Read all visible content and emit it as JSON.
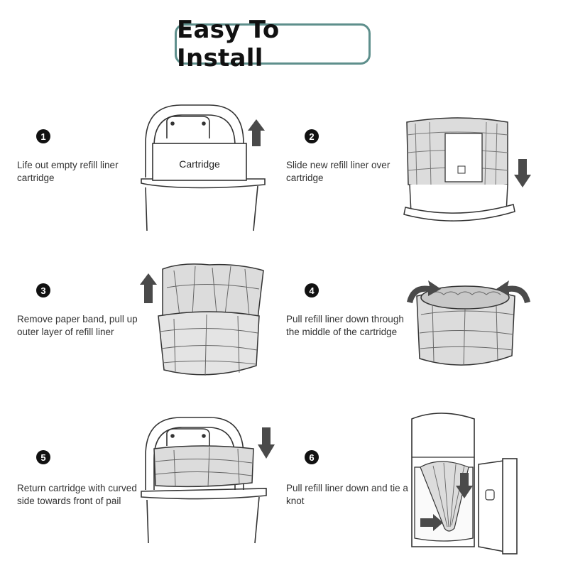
{
  "title": "Easy To Install",
  "steps": [
    {
      "number": "1",
      "text": "Life out empty refill liner cartridge",
      "label": "Cartridge"
    },
    {
      "number": "2",
      "text": "Slide new refill liner over cartridge"
    },
    {
      "number": "3",
      "text": "Remove paper band, pull up outer layer of refill liner"
    },
    {
      "number": "4",
      "text": "Pull refill liner down through the middle of the cartridge"
    },
    {
      "number": "5",
      "text": "Return cartridge with curved side towards front of pail"
    },
    {
      "number": "6",
      "text": "Pull refill liner down and tie a knot"
    }
  ],
  "colors": {
    "accent": "#5e8f8c",
    "arrow": "#4a4a4a",
    "liner": "#dcdcdc",
    "line": "#333333"
  }
}
